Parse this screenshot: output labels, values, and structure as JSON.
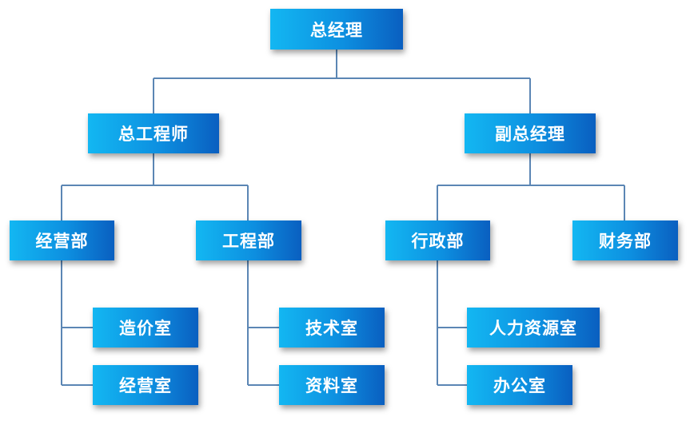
{
  "nodes": {
    "gm": "总经理",
    "chief_engineer": "总工程师",
    "deputy_gm": "副总经理",
    "business_dept": "经营部",
    "engineering_dept": "工程部",
    "admin_dept": "行政部",
    "finance_dept": "财务部",
    "costing_office": "造价室",
    "business_office": "经营室",
    "technical_office": "技术室",
    "records_office": "资料室",
    "hr_office": "人力资源室",
    "general_office": "办公室"
  }
}
